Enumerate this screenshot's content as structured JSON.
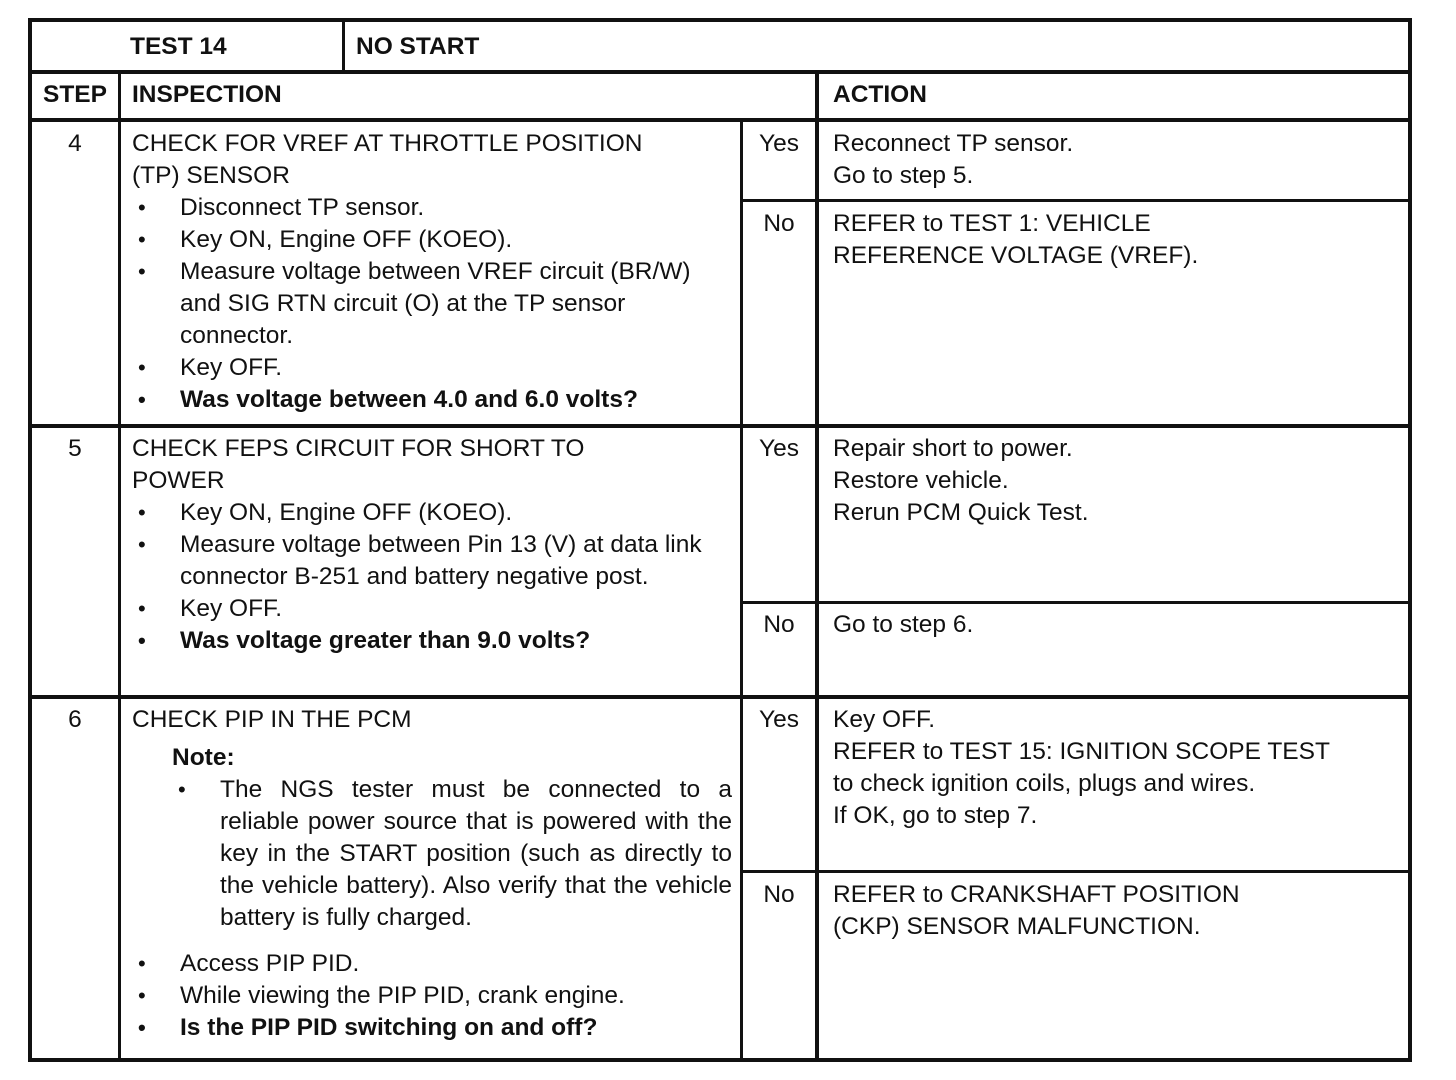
{
  "title_bar": {
    "test_label": "TEST 14",
    "test_name": "NO START"
  },
  "headers": {
    "step": "STEP",
    "inspection": "INSPECTION",
    "action": "ACTION"
  },
  "rows": [
    {
      "step": "4",
      "title": [
        "CHECK FOR VREF AT THROTTLE POSITION",
        "(TP) SENSOR"
      ],
      "bullets": [
        "Disconnect TP sensor.",
        "Key ON, Engine OFF (KOEO).",
        "Measure voltage between VREF circuit (BR/W) and SIG RTN circuit (O) at the TP sensor connector.",
        "Key OFF."
      ],
      "question": "Was voltage between 4.0 and 6.0 volts?",
      "yes_label": "Yes",
      "yes_action": [
        "Reconnect TP sensor.",
        "Go to step 5."
      ],
      "no_label": "No",
      "no_action": [
        "REFER to TEST 1:  VEHICLE",
        "REFERENCE VOLTAGE (VREF)."
      ]
    },
    {
      "step": "5",
      "title": [
        "CHECK FEPS CIRCUIT FOR SHORT TO",
        "POWER"
      ],
      "bullets": [
        "Key ON, Engine OFF (KOEO).",
        "Measure voltage between Pin 13 (V) at data link connector B-251 and battery negative post.",
        "Key OFF."
      ],
      "question": "Was voltage greater than 9.0 volts?",
      "yes_label": "Yes",
      "yes_action": [
        "Repair short to power.",
        "Restore vehicle.",
        "Rerun PCM Quick Test."
      ],
      "no_label": "No",
      "no_action": [
        "Go to step 6."
      ]
    },
    {
      "step": "6",
      "title": [
        "CHECK PIP IN THE PCM"
      ],
      "note_label": "Note:",
      "note_text": "The NGS tester must be connected to a reliable power source that is powered with the key in the START position (such as directly to the vehicle battery).  Also verify that the vehicle battery is fully charged.",
      "bullets": [
        "Access PIP PID.",
        "While viewing the PIP PID, crank engine."
      ],
      "question": "Is the PIP PID switching on and off?",
      "yes_label": "Yes",
      "yes_action": [
        "Key OFF.",
        "REFER to TEST 15: IGNITION SCOPE TEST",
        "to check ignition coils, plugs and wires.",
        "If OK, go to step 7."
      ],
      "no_label": "No",
      "no_action": [
        "REFER to CRANKSHAFT POSITION",
        "(CKP) SENSOR MALFUNCTION."
      ]
    }
  ]
}
